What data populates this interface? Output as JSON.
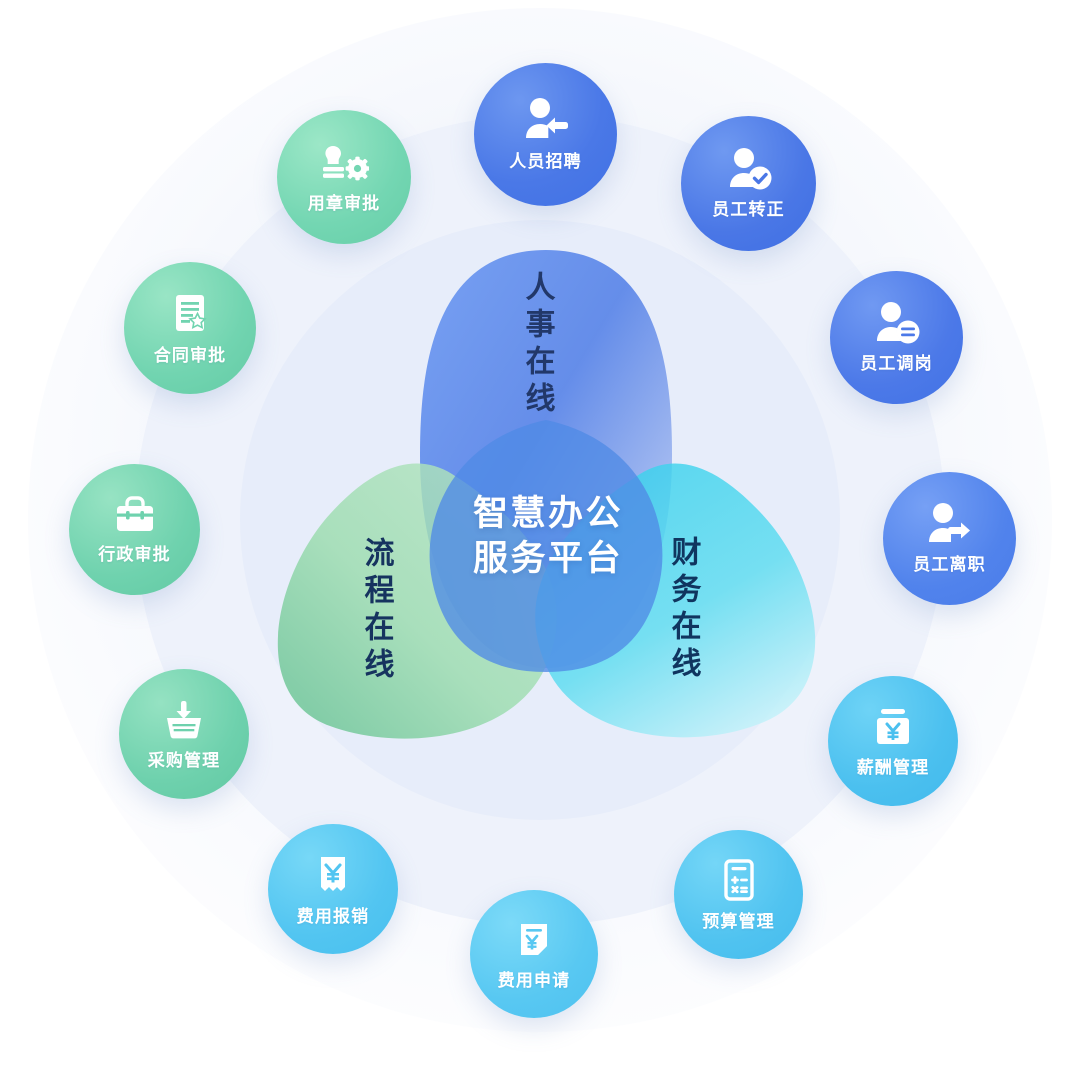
{
  "diagram": {
    "title": "智慧办公服务平台",
    "center": {
      "line1": "智慧办公",
      "line2": "服务平台",
      "text_color": "#ffffff"
    },
    "lobes": [
      {
        "id": "hr",
        "label": "人事在线",
        "color": "#5b86e8",
        "text_color": "#22386a"
      },
      {
        "id": "process",
        "label": "流程在线",
        "color": "#8fd6a8",
        "text_color": "#16335f"
      },
      {
        "id": "finance",
        "label": "财务在线",
        "color": "#45d4ec",
        "text_color": "#10355f"
      }
    ],
    "rings": {
      "outer_color": "#f4f6fb",
      "middle_color": "#eef2fb",
      "inner_color": "#e8eefb"
    },
    "background_color": "#ffffff"
  },
  "nodes": [
    {
      "id": "recruitment",
      "label": "人员招聘",
      "icon": "person-arrow-in-icon",
      "color": "#4f7ce8",
      "group": "hr"
    },
    {
      "id": "regularization",
      "label": "员工转正",
      "icon": "person-check-icon",
      "color": "#4c78e6",
      "group": "hr"
    },
    {
      "id": "transfer",
      "label": "员工调岗",
      "icon": "person-exchange-icon",
      "color": "#4e7ce9",
      "group": "hr"
    },
    {
      "id": "resignation",
      "label": "员工离职",
      "icon": "person-arrow-out-icon",
      "color": "#5588ee",
      "group": "hr"
    },
    {
      "id": "salary",
      "label": "薪酬管理",
      "icon": "yen-box-icon",
      "color": "#4fc3f0",
      "group": "finance"
    },
    {
      "id": "budget",
      "label": "预算管理",
      "icon": "calculator-icon",
      "color": "#55c5f2",
      "group": "finance"
    },
    {
      "id": "expense-apply",
      "label": "费用申请",
      "icon": "yen-document-icon",
      "color": "#5cc8f3",
      "group": "finance"
    },
    {
      "id": "reimbursement",
      "label": "费用报销",
      "icon": "yen-receipt-icon",
      "color": "#53c4f1",
      "group": "finance"
    },
    {
      "id": "procurement",
      "label": "采购管理",
      "icon": "basket-download-icon",
      "color": "#73d5b4",
      "group": "process"
    },
    {
      "id": "administrative",
      "label": "行政审批",
      "icon": "briefcase-icon",
      "color": "#74d6b4",
      "group": "process"
    },
    {
      "id": "contract",
      "label": "合同审批",
      "icon": "document-seal-icon",
      "color": "#76d8b6",
      "group": "process"
    },
    {
      "id": "seal",
      "label": "用章审批",
      "icon": "stamp-gear-icon",
      "color": "#78dab8",
      "group": "process"
    }
  ]
}
